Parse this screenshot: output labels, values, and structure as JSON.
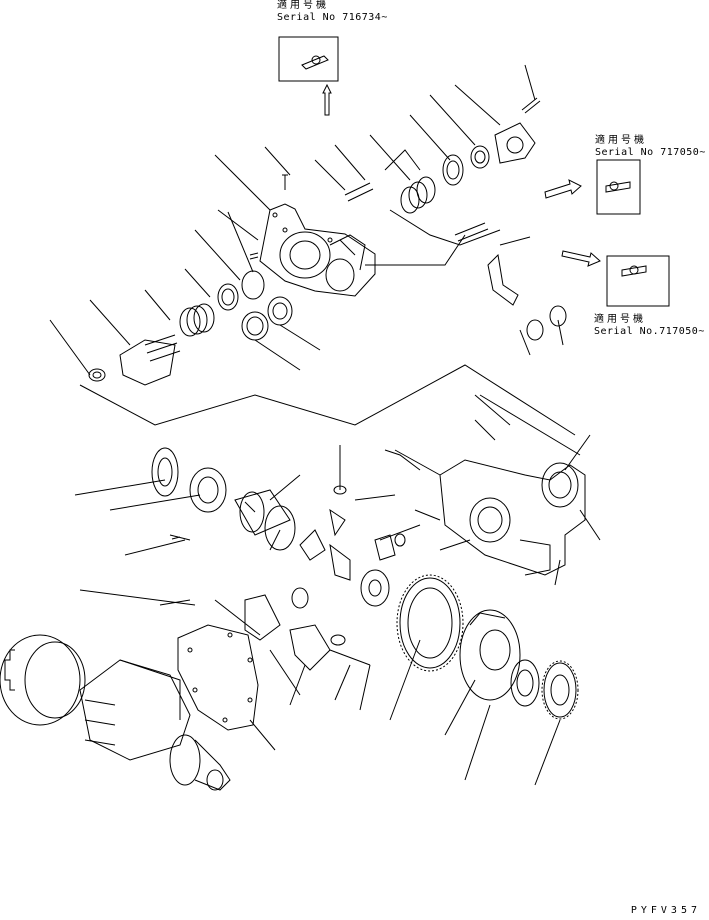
{
  "notes": [
    {
      "label_jp": "適用号機",
      "serial": "Serial No 716734~"
    },
    {
      "label_jp": "適用号機",
      "serial": "Serial No 717050~"
    },
    {
      "label_jp": "適用号機",
      "serial": "Serial No.717050~"
    }
  ],
  "reference_code": "PYFV357",
  "colors": {
    "ink": "#000000",
    "paper": "#ffffff"
  }
}
